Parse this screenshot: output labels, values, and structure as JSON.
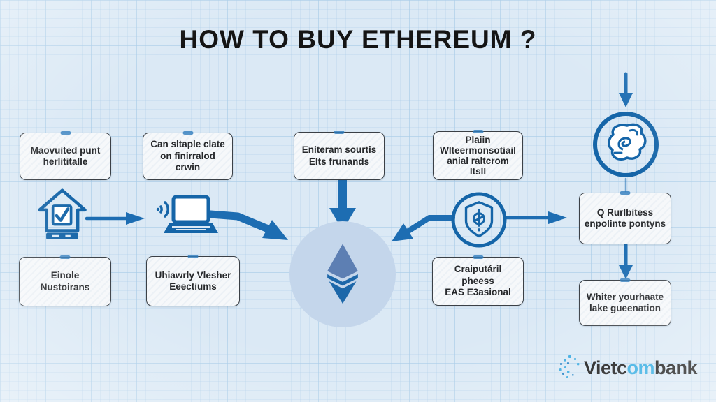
{
  "title": "HOW TO BUY ETHEREUM ?",
  "boxes": [
    {
      "id": "step-1",
      "lines": [
        "Maovuited punt",
        "herlititalle"
      ]
    },
    {
      "id": "step-2",
      "lines": [
        "Can sltaple clate",
        "on finirralod crwin"
      ]
    },
    {
      "id": "step-3",
      "lines": [
        "Eniteram sourtis",
        "Elts frunands"
      ]
    },
    {
      "id": "step-4",
      "lines": [
        "Plaiin",
        "Wlteermonsotiail",
        "anial raltcrom",
        "ltsll"
      ]
    },
    {
      "id": "step-5",
      "lines": [
        "Q Rurlbitess",
        "enpolinte pontyns"
      ]
    },
    {
      "id": "step-6",
      "lines": [
        "Einole",
        "Nustoirans"
      ]
    },
    {
      "id": "step-7",
      "lines": [
        "Uhiawrly Vlesher",
        "Eeectiums"
      ]
    },
    {
      "id": "step-8",
      "lines": [
        "Craiputáril pheess",
        "EAS E3asional"
      ]
    },
    {
      "id": "step-9",
      "lines": [
        "Whiter yourhaate",
        "lake gueenation"
      ]
    }
  ],
  "brand": {
    "prefix": "Vietc",
    "highlight": "om",
    "suffix": "bank"
  },
  "colors": {
    "background": "#dbe9f5",
    "arrow_blue": "#1d6db2",
    "icon_blue": "#1565a8",
    "box_border": "#3b4046",
    "eth_circle": "#c4d6eb",
    "eth_top": "#5d7fb3",
    "eth_bottom": "#1c67a9",
    "brand_highlight": "#2aa9e1",
    "title_color": "#141414"
  }
}
